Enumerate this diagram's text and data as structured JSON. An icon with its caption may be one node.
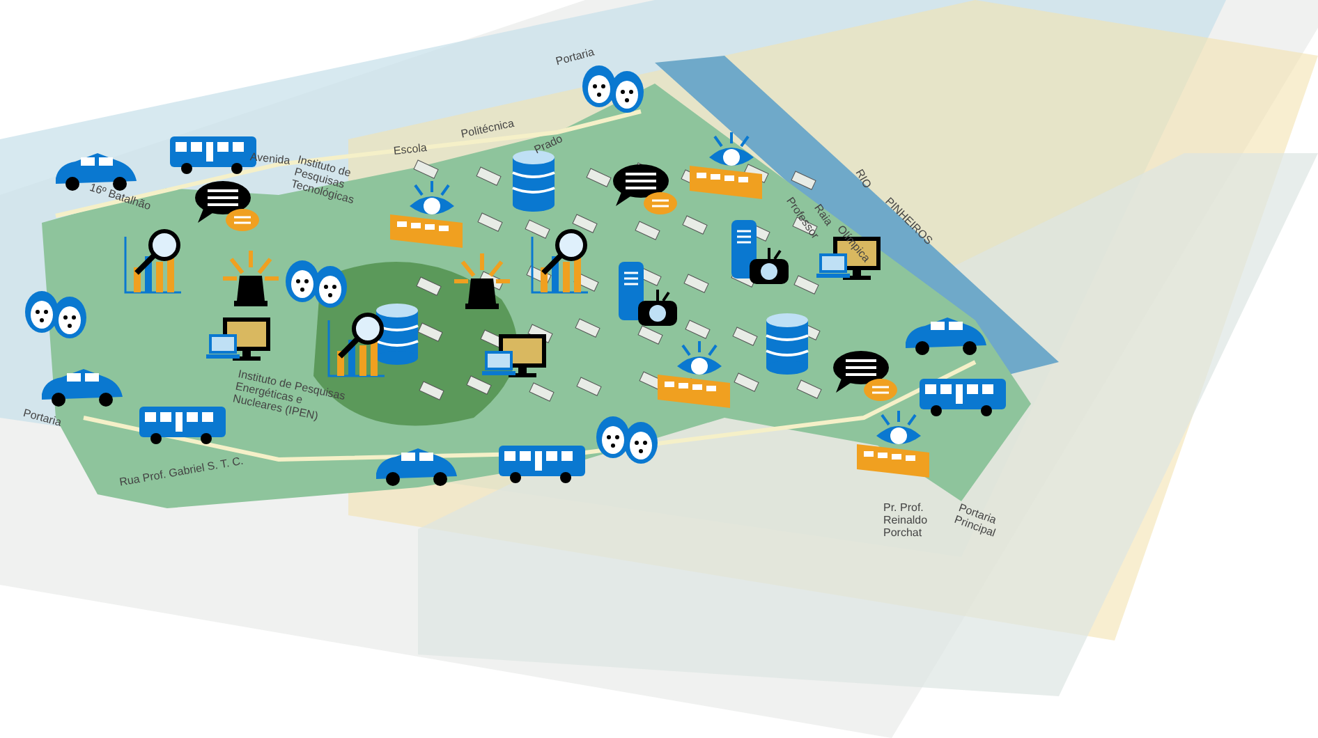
{
  "diagram": {
    "labels": [
      "Portaria",
      "Avenida",
      "Escola",
      "Politécnica",
      "16º Batalhão",
      "Instituto de Pesquisas Tecnológicas",
      "Prado",
      "Instituto de Pesquisas Energéticas e Nucleares (IPEN)",
      "RIO",
      "PINHEIROS",
      "Raia",
      "Olímpica",
      "Professor",
      "Portaria",
      "Rua Prof. Gabriel S. T. C.",
      "Pr. Prof. Reinaldo Porchat",
      "Portaria Principal"
    ]
  }
}
